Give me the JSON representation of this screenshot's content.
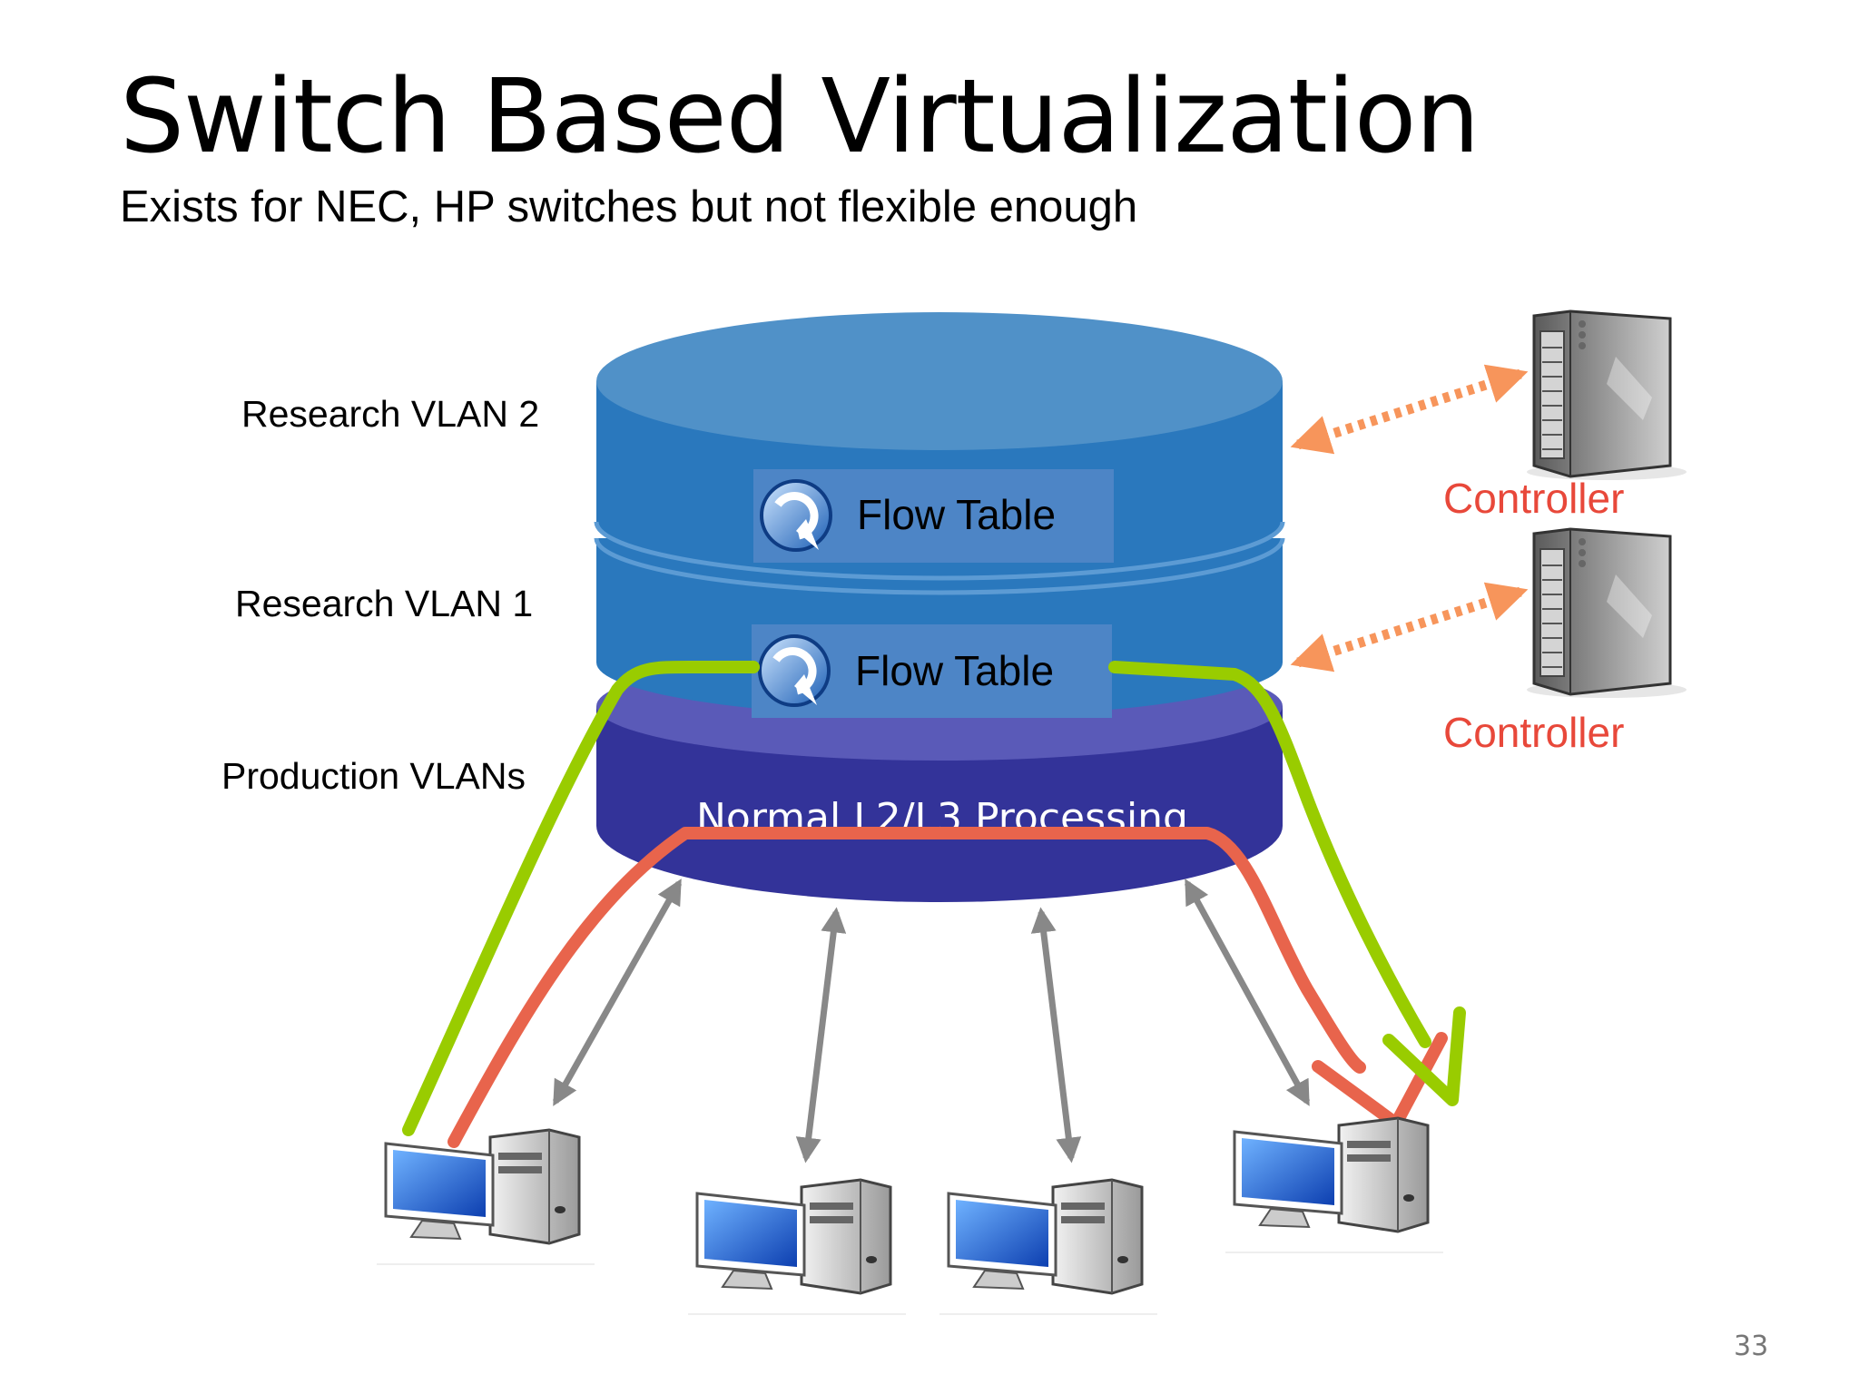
{
  "slide": {
    "title": "Switch Based Virtualization",
    "subtitle": "Exists for NEC, HP switches but not flexible enough",
    "page_number": "33"
  },
  "layers": [
    {
      "label": "Research VLAN 2",
      "table": "Flow Table"
    },
    {
      "label": "Research VLAN 1",
      "table": "Flow Table"
    },
    {
      "label": "Production VLANs",
      "processing": "Normal L2/L3 Processing"
    }
  ],
  "controllers": [
    {
      "label": "Controller"
    },
    {
      "label": "Controller"
    }
  ],
  "hosts": [
    {
      "icon": "desktop-computer-icon"
    },
    {
      "icon": "desktop-computer-icon"
    },
    {
      "icon": "desktop-computer-icon"
    },
    {
      "icon": "desktop-computer-icon"
    }
  ],
  "colors": {
    "research_layer": "#2a78bd",
    "research_top": "#5091c8",
    "production_layer": "#333399",
    "research_path": "#99cc00",
    "production_path": "#e8644c",
    "controller_link": "#f7955b",
    "host_link": "#888888",
    "controller_text": "#e8483a"
  }
}
